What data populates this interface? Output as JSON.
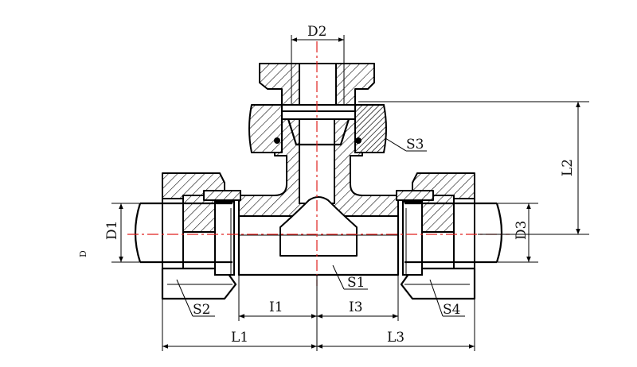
{
  "labels": {
    "D1": "D1",
    "D2": "D2",
    "D3": "D3",
    "L1": "L1",
    "L2": "L2",
    "L3": "L3",
    "I1": "I1",
    "I3": "I3",
    "S1": "S1",
    "S2": "S2",
    "S3": "S3",
    "S4": "S4",
    "marginal": "D"
  },
  "colors": {
    "line": "#000000",
    "centerline": "#e0221f"
  }
}
